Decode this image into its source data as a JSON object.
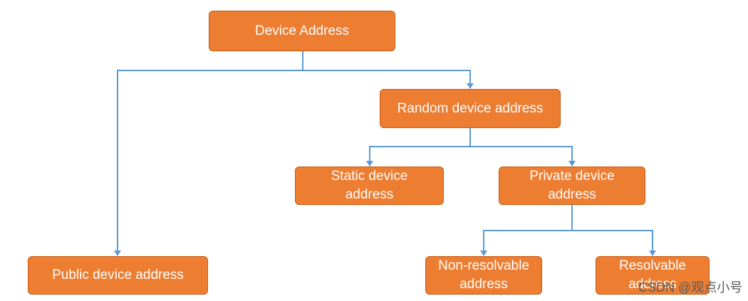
{
  "diagram": {
    "nodes": {
      "device_address": "Device Address",
      "random_device_address": "Random device address",
      "static_device_address": "Static device address",
      "private_device_address": "Private device address",
      "public_device_address": "Public device address",
      "non_resolvable_address": "Non-resolvable address",
      "resolvable_address": "Resolvable address"
    },
    "colors": {
      "node_fill": "#ed7d31",
      "node_border": "#c55a11",
      "node_text": "#ffffff",
      "connector": "#5b9bd5"
    }
  },
  "watermark": {
    "text": "CSDN @观点小号"
  }
}
